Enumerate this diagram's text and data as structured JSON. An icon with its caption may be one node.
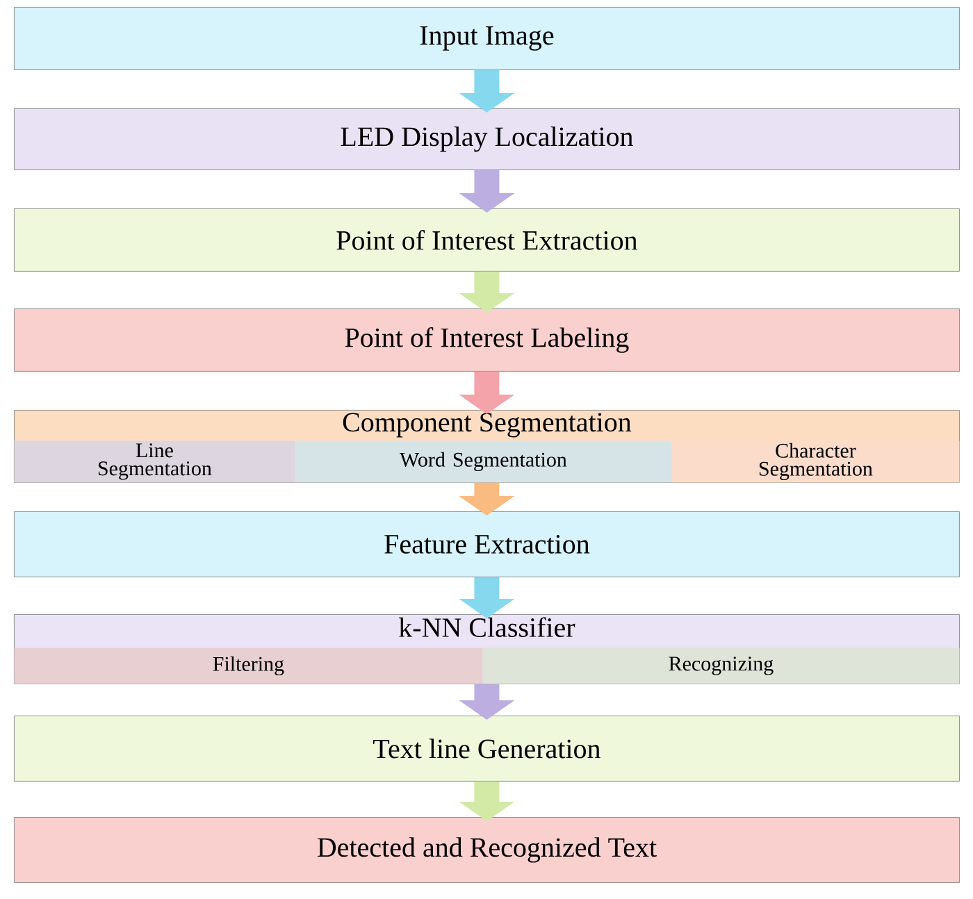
{
  "diagram": {
    "nodes": [
      {
        "text": [
          "Input Image"
        ]
      },
      {
        "text": [
          "LED Display Localization"
        ]
      },
      {
        "text": [
          "Point of Interest Extraction"
        ]
      },
      {
        "text": [
          "Point of Interest Labeling"
        ]
      },
      {
        "text": [
          "Component Segmentation"
        ]
      },
      {
        "text": [
          "Line Segmentation"
        ],
        "in": 4
      },
      {
        "text": [
          "Word Segmentation"
        ],
        "in": 4
      },
      {
        "text": [
          "Character Segmentation"
        ],
        "in": 4
      },
      {
        "text": [
          "Feature Extraction"
        ]
      },
      {
        "text": [
          "k-NN Classifier"
        ]
      },
      {
        "text": [
          "Filtering"
        ],
        "in": 9
      },
      {
        "text": [
          "Recognizing"
        ],
        "in": 9
      },
      {
        "text": [
          "Text line Generation"
        ]
      },
      {
        "text": [
          "Detected and Recognized Text"
        ]
      }
    ],
    "edges": [
      {
        "from": 0,
        "to": 1,
        "arrow": "to",
        "color": "#86d8ef"
      },
      {
        "from": 1,
        "to": 2,
        "arrow": "to",
        "color": "#bcaee0"
      },
      {
        "from": 2,
        "to": 3,
        "arrow": "to",
        "color": "#d2eaa6"
      },
      {
        "from": 3,
        "to": 4,
        "arrow": "to",
        "color": "#f4a3ab"
      },
      {
        "from": 4,
        "to": 8,
        "arrow": "to",
        "color": "#f9bb80"
      },
      {
        "from": 8,
        "to": 9,
        "arrow": "to",
        "color": "#86d8ef"
      },
      {
        "from": 9,
        "to": 12,
        "arrow": "to",
        "color": "#bcaee0"
      },
      {
        "from": 12,
        "to": 13,
        "arrow": "to",
        "color": "#d2eaa6"
      }
    ]
  }
}
